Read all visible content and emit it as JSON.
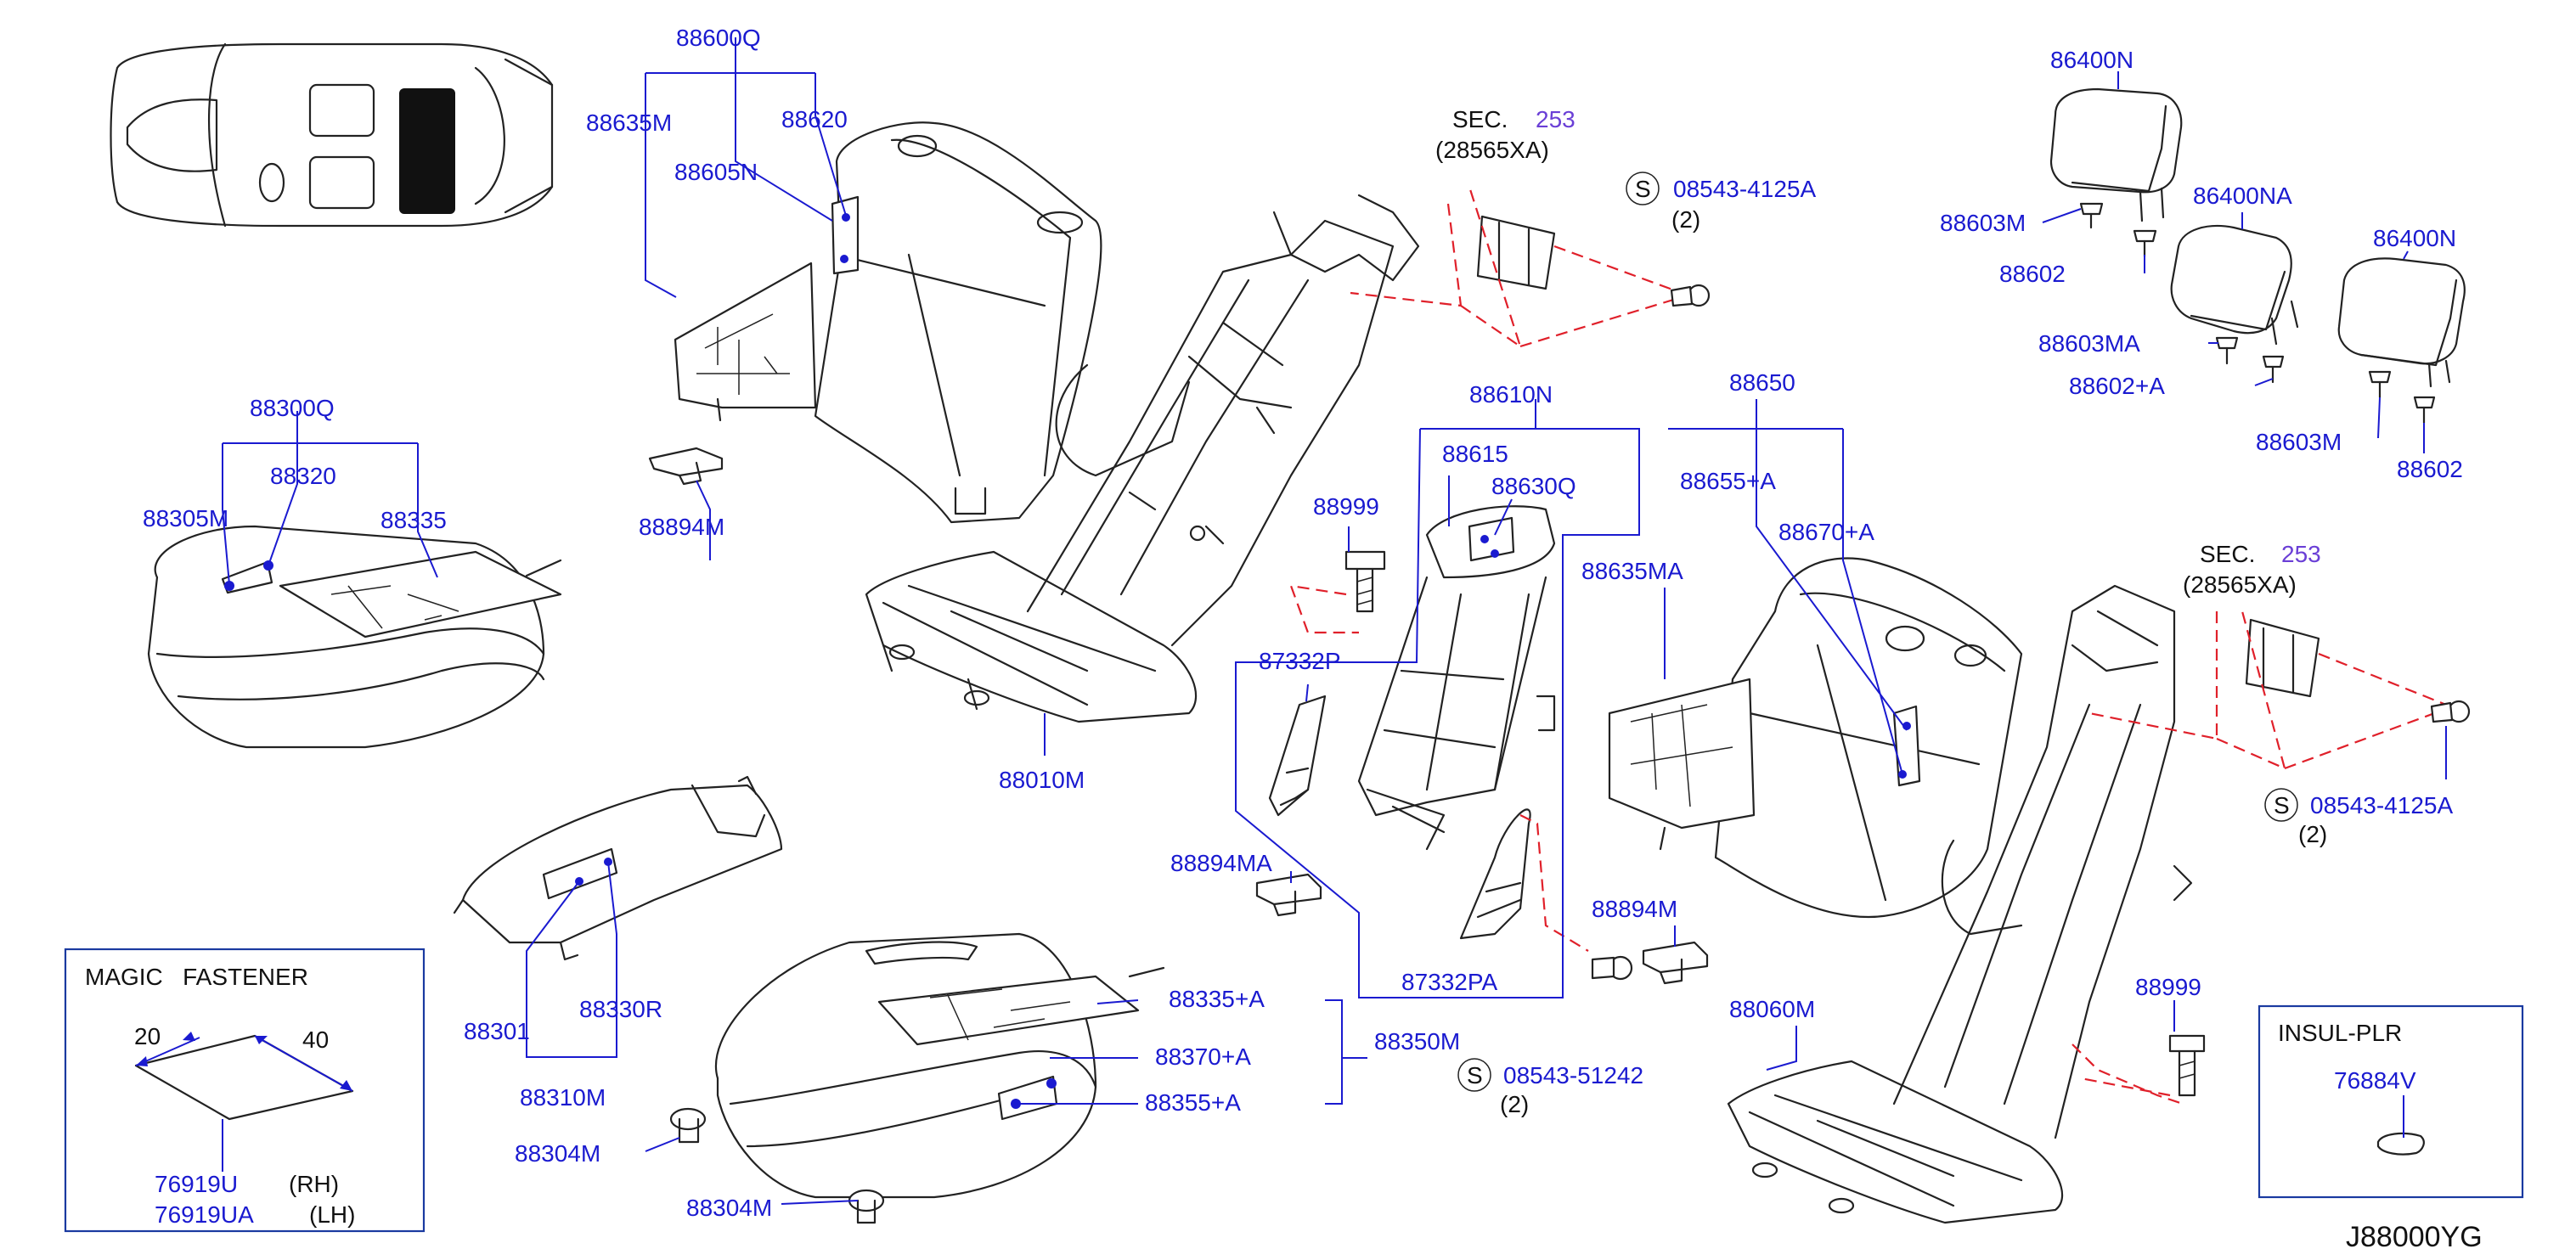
{
  "diagram_code": "J88000YG",
  "sections": [
    {
      "label": "SEC.",
      "ref": "253",
      "part": "(28565XA)"
    },
    {
      "label": "SEC.",
      "ref": "253",
      "part": "(28565XA)"
    }
  ],
  "screws": [
    {
      "symbol": "S",
      "part": "08543-4125A",
      "qty": "(2)"
    },
    {
      "symbol": "S",
      "part": "08543-4125A",
      "qty": "(2)"
    },
    {
      "symbol": "S",
      "part": "08543-51242",
      "qty": "(2)"
    }
  ],
  "parts": {
    "p88600Q": "88600Q",
    "p88635M": "88635M",
    "p88620": "88620",
    "p88605N": "88605N",
    "p88894M_a": "88894M",
    "p88300Q": "88300Q",
    "p88305M": "88305M",
    "p88320": "88320",
    "p88335": "88335",
    "p88010M": "88010M",
    "p88610N": "88610N",
    "p88615": "88615",
    "p88630Q": "88630Q",
    "p88999_a": "88999",
    "p87332P": "87332P",
    "p88894MA": "88894MA",
    "p87332PA": "87332PA",
    "p88650": "88650",
    "p88655A": "88655+A",
    "p88670A": "88670+A",
    "p88635MA": "88635MA",
    "p88894M_b": "88894M",
    "p88060M": "88060M",
    "p88999_b": "88999",
    "p86400N_a": "86400N",
    "p88603M_a": "88603M",
    "p88602_a": "88602",
    "p86400NA": "86400NA",
    "p86400N_b": "86400N",
    "p88603MA": "88603MA",
    "p88602A": "88602+A",
    "p88603M_b": "88603M",
    "p88602_b": "88602",
    "p88301": "88301",
    "p88330R": "88330R",
    "p88310M": "88310M",
    "p88304M_a": "88304M",
    "p88304M_b": "88304M",
    "p88335A": "88335+A",
    "p88370A": "88370+A",
    "p88355A": "88355+A",
    "p88350M": "88350M"
  },
  "magic_fastener": {
    "title": "MAGIC   FASTENER",
    "dim_a": "20",
    "dim_b": "40",
    "rh_part": "76919U",
    "rh_side": "(RH)",
    "lh_part": "76919UA",
    "lh_side": "(LH)"
  },
  "insul": {
    "title": "INSUL-PLR",
    "part": "76884V"
  },
  "colors": {
    "part_number": "#1a1ad0",
    "section_ref": "#6a3fd6",
    "hidden_line": "#e0202a",
    "outline": "#222222"
  }
}
